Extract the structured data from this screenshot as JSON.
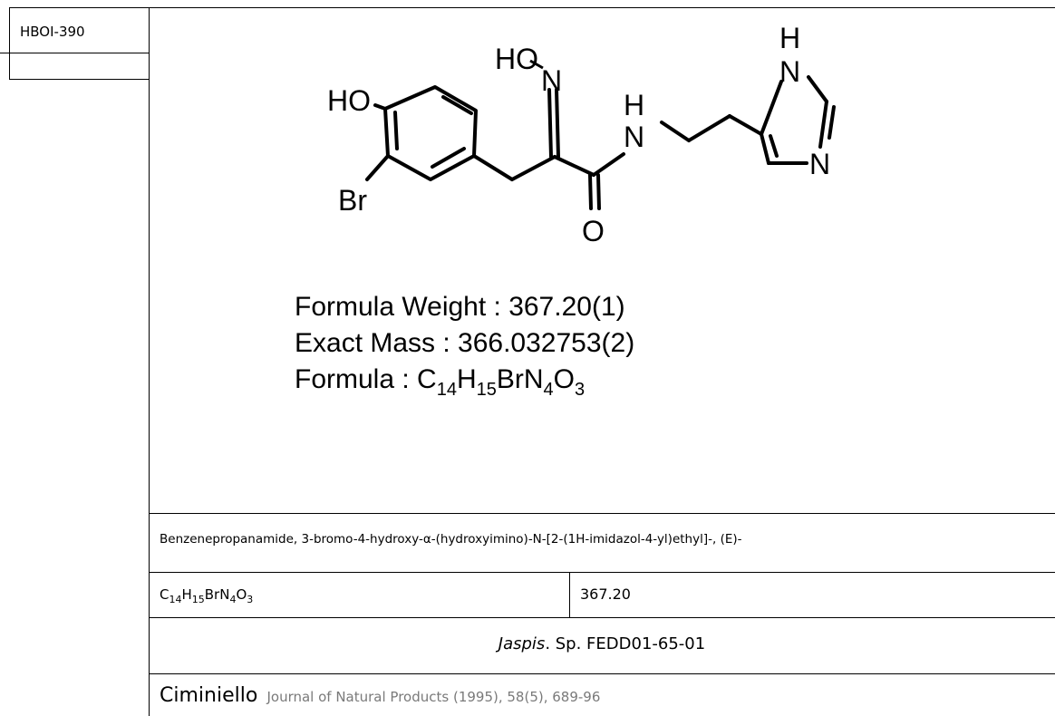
{
  "record": {
    "id": "HBOI-390"
  },
  "structure": {
    "atoms": {
      "ho_phenol": "HO",
      "br": "Br",
      "ho_oxime": "HO",
      "n_oxime": "N",
      "h_amide": "H",
      "n_amide": "N",
      "o_carbonyl": "O",
      "h_imidazole": "H",
      "n1_imidazole": "N",
      "n3_imidazole": "N"
    }
  },
  "properties": {
    "formula_weight": "Formula Weight : 367.20(1)",
    "exact_mass": "Exact Mass : 366.032753(2)",
    "formula_label": "Formula : ",
    "formula_parts": {
      "c": "C",
      "c_n": "14",
      "h": "H",
      "h_n": "15",
      "br": "Br",
      "n": "N",
      "n_n": "4",
      "o": "O",
      "o_n": "3"
    }
  },
  "table": {
    "iupac_name": "Benzenepropanamide, 3-bromo-4-hydroxy-α-(hydroxyimino)-N-[2-(1H-imidazol-4-yl)ethyl]-, (E)-",
    "formula_parts": {
      "c": "C",
      "c_n": "14",
      "h": "H",
      "h_n": "15",
      "br": "Br",
      "n": "N",
      "n_n": "4",
      "o": "O",
      "o_n": "3"
    },
    "mw": "367.20",
    "source_genus": "Jaspis",
    "source_rest": ". Sp.  FEDD01-65-01",
    "ref_author": "Ciminiello",
    "ref_citation": "Journal of Natural Products (1995), 58(5), 689-96"
  }
}
